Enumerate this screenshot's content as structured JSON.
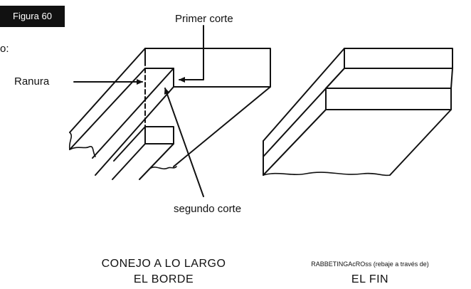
{
  "figure_label": "Figura 60",
  "cut_char": "o:",
  "labels": {
    "primer_corte": "Primer corte",
    "ranura": "Ranura",
    "segundo_corte": "segundo corte"
  },
  "captions": {
    "left_line1": "CONEJO A LO LARGO",
    "left_line2": "EL BORDE",
    "right_line1": "RABBETINGAcROss (rebaje a través de)",
    "right_line2": "EL FIN"
  }
}
